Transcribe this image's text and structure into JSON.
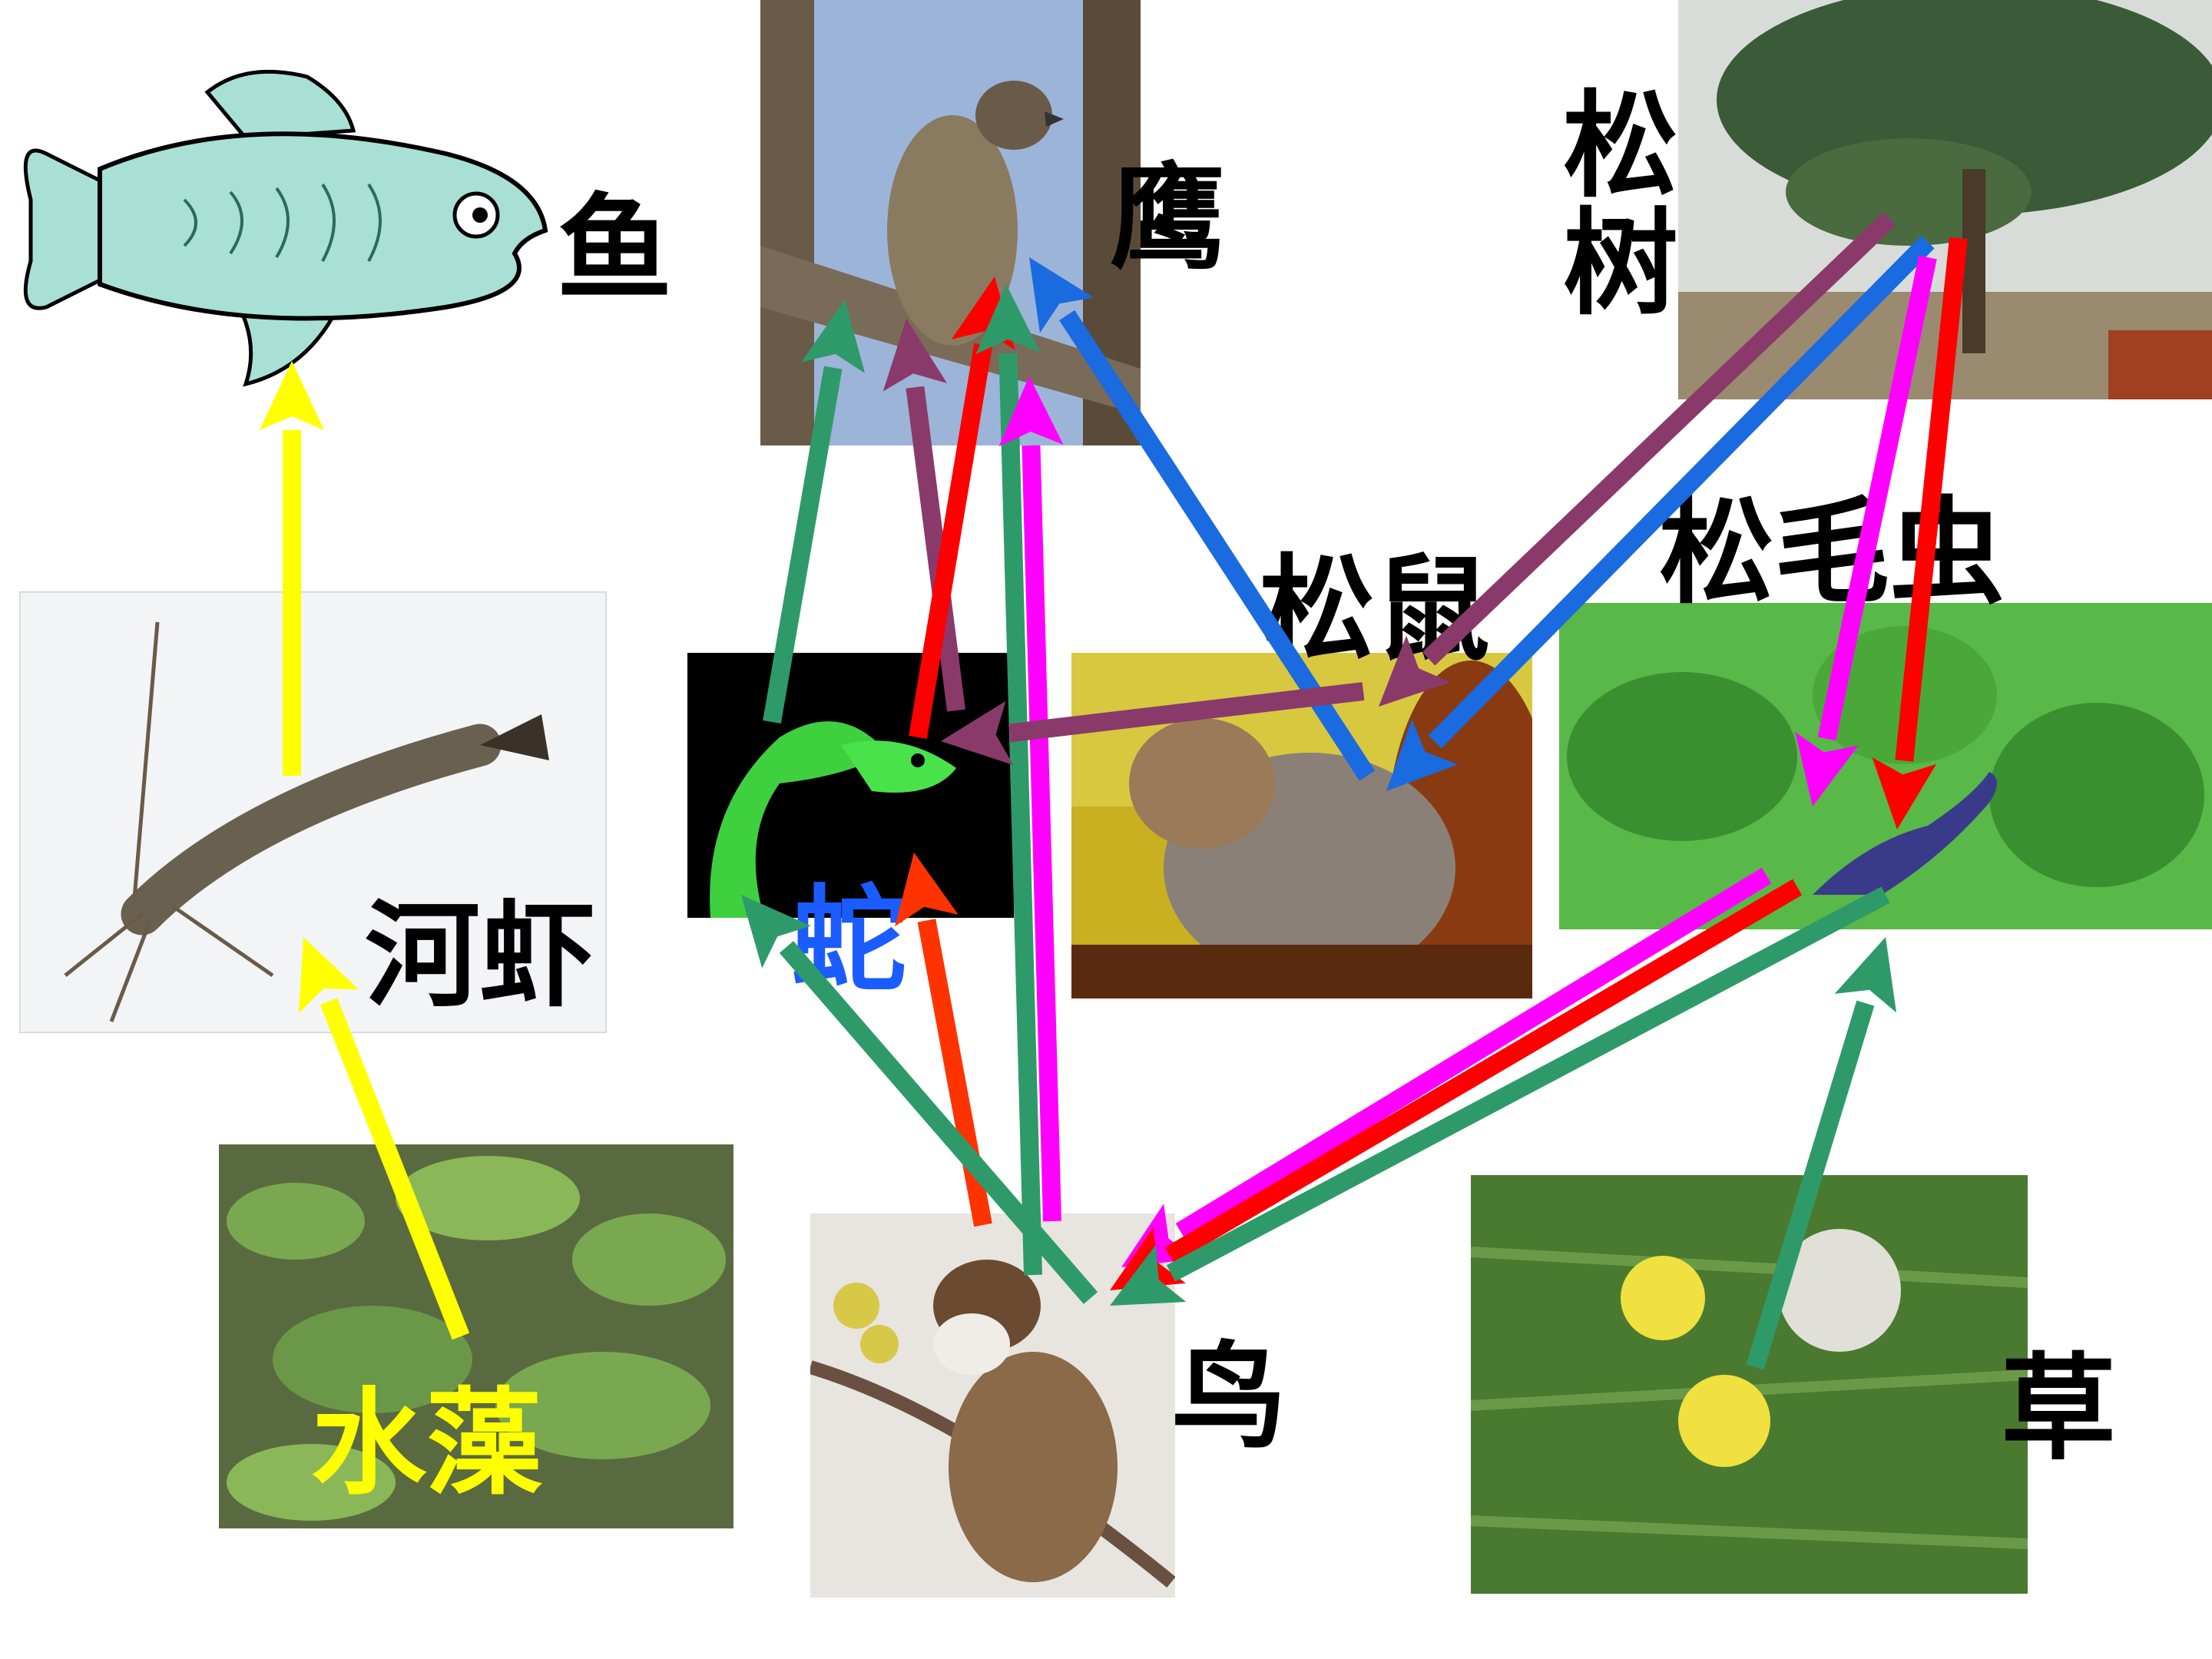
{
  "labels": {
    "fish": "鱼",
    "hawk": "鹰",
    "pine_tree": [
      "松",
      "树"
    ],
    "squirrel": "松鼠",
    "caterpillar": "松毛虫",
    "shrimp": "河虾",
    "snake": "蛇",
    "algae": "水藻",
    "bird": "鸟",
    "grass": "草"
  },
  "colors": {
    "algae_label": "#ffff00",
    "snake_label": "#1a5cff",
    "default_label": "#000000"
  },
  "arrows": [
    {
      "from": "shrimp",
      "to": "fish",
      "color": "#ffff00"
    },
    {
      "from": "algae",
      "to": "shrimp",
      "color": "#ffff00"
    },
    {
      "from": "snake",
      "to": "hawk",
      "color": "#2e9a6a"
    },
    {
      "from": "snake",
      "to": "hawk",
      "color": "#8a3a6a"
    },
    {
      "from": "snake",
      "to": "hawk",
      "color": "#ff0000"
    },
    {
      "from": "bird",
      "to": "hawk",
      "color": "#2e9a6a"
    },
    {
      "from": "bird",
      "to": "hawk",
      "color": "#ff00ff"
    },
    {
      "from": "squirrel",
      "to": "hawk",
      "color": "#1a6ae0"
    },
    {
      "from": "pine_tree",
      "to": "squirrel",
      "color": "#8a3a6a"
    },
    {
      "from": "pine_tree",
      "to": "squirrel",
      "color": "#1a6ae0"
    },
    {
      "from": "pine_tree",
      "to": "caterpillar",
      "color": "#ff00ff"
    },
    {
      "from": "pine_tree",
      "to": "caterpillar",
      "color": "#ff0000"
    },
    {
      "from": "squirrel",
      "to": "snake",
      "color": "#8a3a6a"
    },
    {
      "from": "bird",
      "to": "snake",
      "color": "#ff3300"
    },
    {
      "from": "bird",
      "to": "snake",
      "color": "#2e9a6a"
    },
    {
      "from": "caterpillar",
      "to": "bird",
      "color": "#ff00ff"
    },
    {
      "from": "caterpillar",
      "to": "bird",
      "color": "#ff0000"
    },
    {
      "from": "caterpillar",
      "to": "bird",
      "color": "#2e9a6a"
    },
    {
      "from": "grass",
      "to": "caterpillar",
      "color": "#2e9a6a"
    }
  ]
}
